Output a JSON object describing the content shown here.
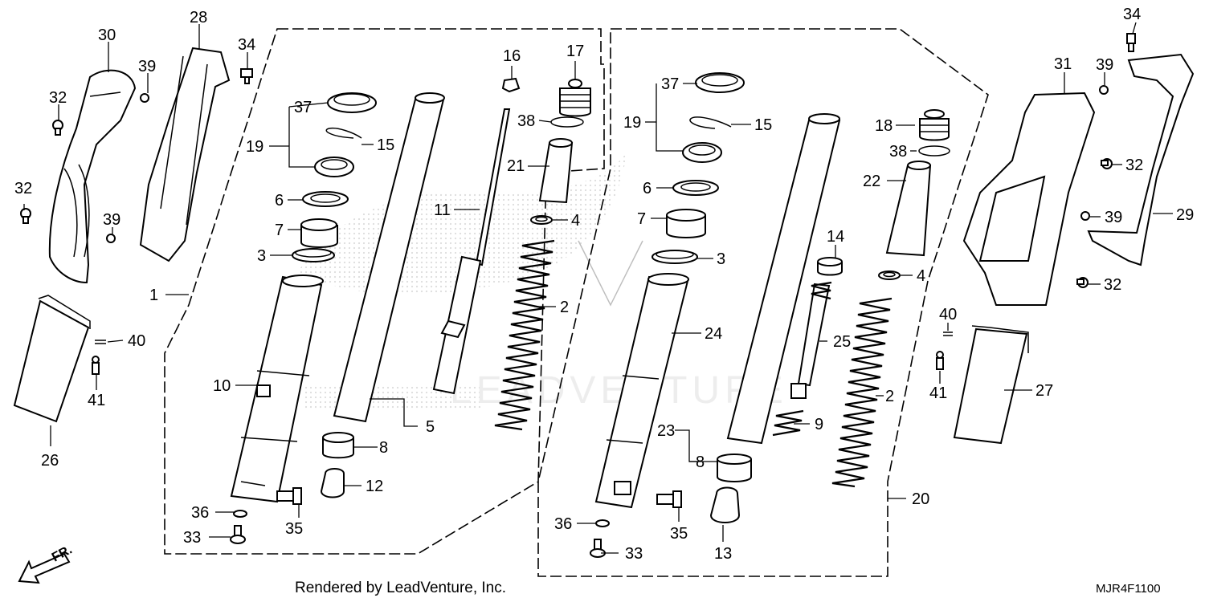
{
  "figure": {
    "code": "MJR4F1100",
    "credit": "Rendered by LeadVenture, Inc.",
    "direction_label": "FR.",
    "watermark_text": "LEADVENTURE"
  },
  "callouts": {
    "n1": "1",
    "n2a": "2",
    "n2b": "2",
    "n3a": "3",
    "n3b": "3",
    "n4a": "4",
    "n4b": "4",
    "n5": "5",
    "n6a": "6",
    "n6b": "6",
    "n7a": "7",
    "n7b": "7",
    "n8a": "8",
    "n8b": "8",
    "n9": "9",
    "n10": "10",
    "n11": "11",
    "n12": "12",
    "n13": "13",
    "n14": "14",
    "n15a": "15",
    "n15b": "15",
    "n16": "16",
    "n17": "17",
    "n18": "18",
    "n19a": "19",
    "n19b": "19",
    "n20": "20",
    "n21": "21",
    "n22": "22",
    "n23": "23",
    "n24": "24",
    "n25": "25",
    "n26": "26",
    "n27": "27",
    "n28": "28",
    "n29": "29",
    "n30": "30",
    "n31": "31",
    "n32a": "32",
    "n32b": "32",
    "n32c": "32",
    "n32d": "32",
    "n33a": "33",
    "n33b": "33",
    "n34a": "34",
    "n34b": "34",
    "n35a": "35",
    "n35b": "35",
    "n36a": "36",
    "n36b": "36",
    "n37a": "37",
    "n37b": "37",
    "n38a": "38",
    "n38b": "38",
    "n39a": "39",
    "n39b": "39",
    "n39c": "39",
    "n39d": "39",
    "n40a": "40",
    "n40b": "40",
    "n41a": "41",
    "n41b": "41"
  }
}
